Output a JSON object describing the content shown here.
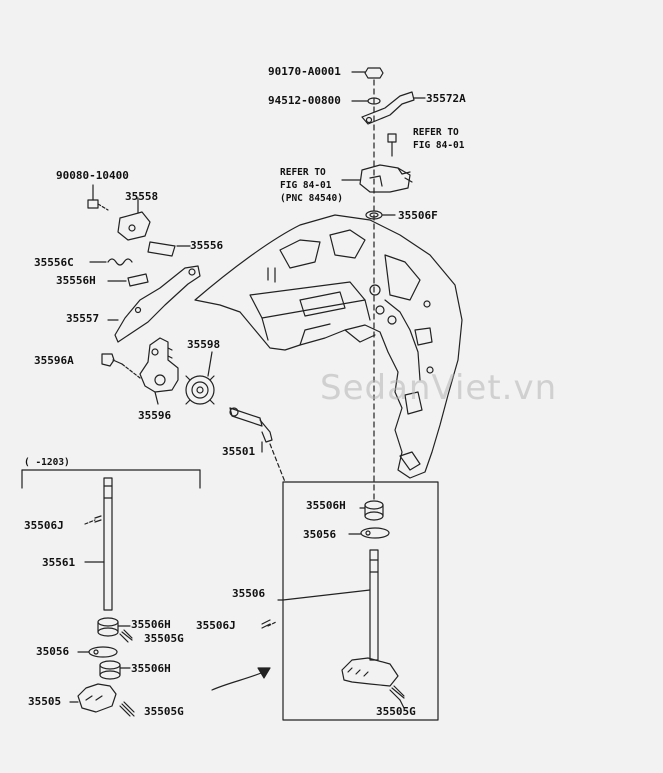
{
  "watermark": "SedanViet.vn",
  "date_range": "(    -1203)",
  "labels": {
    "p90170": "90170-A0001",
    "p94512": "94512-00800",
    "p35572A": "35572A",
    "p90080": "90080-10400",
    "p35558": "35558",
    "p35556": "35556",
    "p35556C": "35556C",
    "p35556H": "35556H",
    "p35557": "35557",
    "p35596A": "35596A",
    "p35598": "35598",
    "p35596": "35596",
    "p35501": "35501",
    "p35506F": "35506F",
    "p35506": "35506",
    "p35506H_r": "35506H",
    "p35056_r": "35056",
    "p35506J_r": "35506J",
    "p35505G_r": "35505G",
    "p35506J_l": "35506J",
    "p35561": "35561",
    "p35506H_l1": "35506H",
    "p35505G_l1": "35505G",
    "p35056_l": "35056",
    "p35506H_l2": "35506H",
    "p35505": "35505",
    "p35505G_l2": "35505G"
  },
  "refs": {
    "refer_right_1": "REFER TO",
    "refer_right_2": "FIG 84-01",
    "refer_left_1": "REFER TO",
    "refer_left_2": "FIG 84-01",
    "refer_left_3": "(PNC 84540)"
  }
}
